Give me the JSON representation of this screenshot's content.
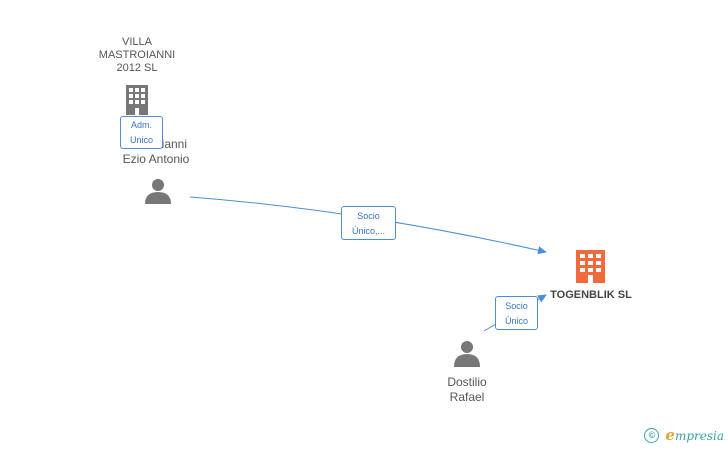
{
  "nodes": {
    "villa": {
      "label_lines": [
        "VILLA",
        "MASTROIANNI",
        "2012 SL"
      ],
      "type": "company",
      "color": "#777777"
    },
    "ezio": {
      "label_lines": [
        "Mastroianni",
        "Ezio Antonio"
      ],
      "type": "person",
      "color": "#777777"
    },
    "togenblik": {
      "label": "TOGENBLIK SL",
      "type": "company",
      "color": "#f26a3b"
    },
    "dostilio": {
      "label_lines": [
        "Dostilio",
        "Rafael"
      ],
      "type": "person",
      "color": "#777777"
    }
  },
  "edges": {
    "adm": {
      "lines": [
        "Adm.",
        "Unico"
      ]
    },
    "socio1": {
      "lines": [
        "Socio",
        "Único,..."
      ]
    },
    "socio2": {
      "lines": [
        "Socio",
        "Único"
      ]
    }
  },
  "footer": {
    "copyright": "©",
    "brand_initial": "e",
    "brand_rest": "mpresia"
  },
  "colors": {
    "edge": "#4a8ed8",
    "accent": "#3aa3a3"
  }
}
